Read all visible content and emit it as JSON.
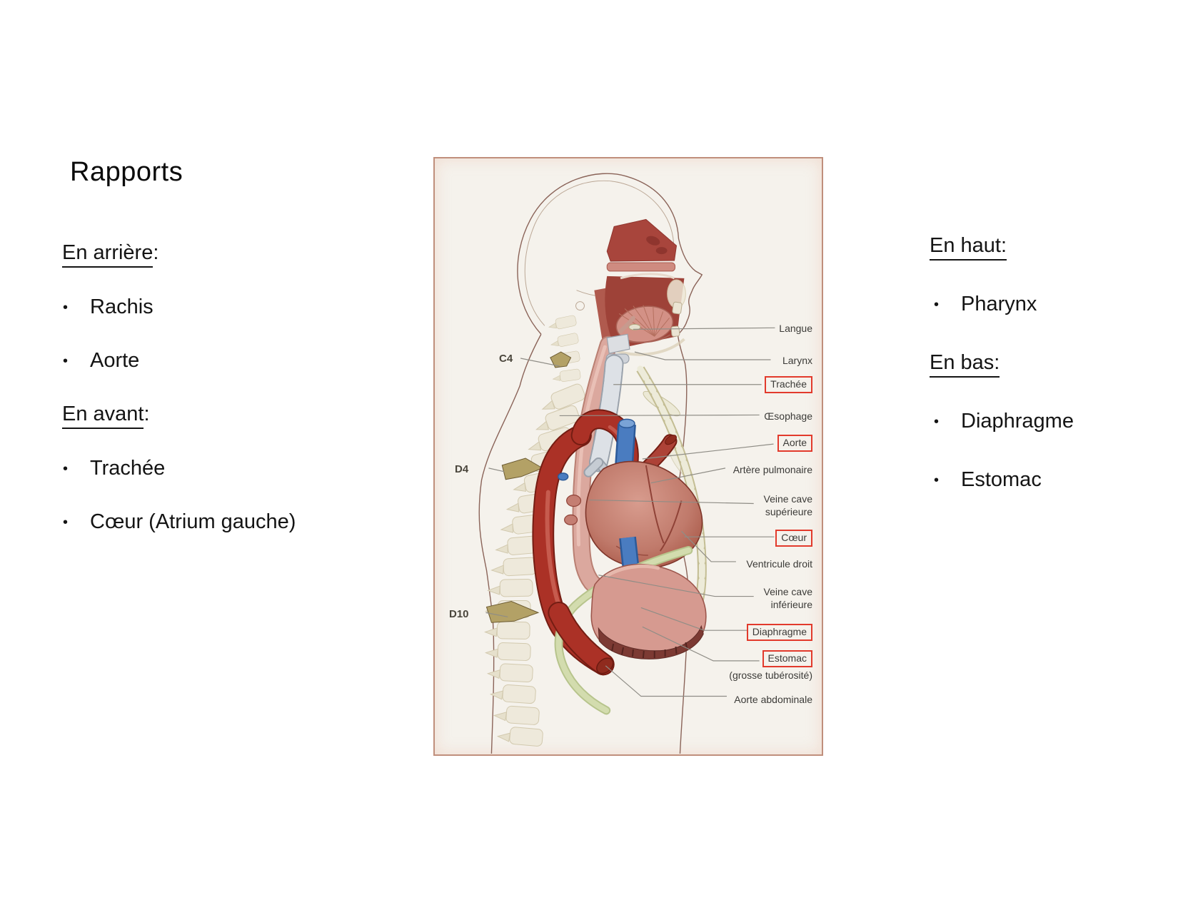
{
  "slide": {
    "title": "Rapports",
    "bullet_char": "•",
    "left_column": {
      "sections": [
        {
          "heading": "En arrière",
          "suffix": ":",
          "items": [
            "Rachis",
            "Aorte"
          ]
        },
        {
          "heading": "En avant",
          "suffix": ":",
          "items": [
            "Trachée",
            "Cœur (Atrium gauche)"
          ]
        }
      ]
    },
    "right_column": {
      "sections": [
        {
          "heading": "En haut:",
          "suffix": "",
          "items": [
            "Pharynx"
          ]
        },
        {
          "heading": "En bas:",
          "suffix": "",
          "items": [
            "Diaphragme",
            "Estomac"
          ]
        }
      ]
    }
  },
  "figure": {
    "vertebra_labels": [
      {
        "text": "C4"
      },
      {
        "text": "D4"
      },
      {
        "text": "D10"
      }
    ],
    "labels": [
      {
        "text": "Langue",
        "boxed": false
      },
      {
        "text": "Larynx",
        "boxed": false
      },
      {
        "text": "Trachée",
        "boxed": true
      },
      {
        "text": "Œsophage",
        "boxed": false
      },
      {
        "text": "Aorte",
        "boxed": true
      },
      {
        "text": "Artère pulmonaire",
        "boxed": false
      },
      {
        "text": "Veine cave\nsupérieure",
        "boxed": false
      },
      {
        "text": "Cœur",
        "boxed": true
      },
      {
        "text": "Ventricule droit",
        "boxed": false
      },
      {
        "text": "Veine cave\ninférieure",
        "boxed": false
      },
      {
        "text": "Diaphragme",
        "boxed": true
      },
      {
        "text": "Estomac",
        "boxed": true
      },
      {
        "text": "(grosse tubérosité)",
        "boxed": false
      },
      {
        "text": "Aorte abdominale",
        "boxed": false
      }
    ],
    "colors": {
      "highlight_box_red": "#e23a2c",
      "figure_background": "#f5f2ec",
      "figure_border": "#c08f7c",
      "aorta_red": "#ab3126",
      "vein_blue": "#4a7cc0",
      "diaphragm_green": "#c9d4a2",
      "bone_cream": "#eee9db"
    }
  }
}
